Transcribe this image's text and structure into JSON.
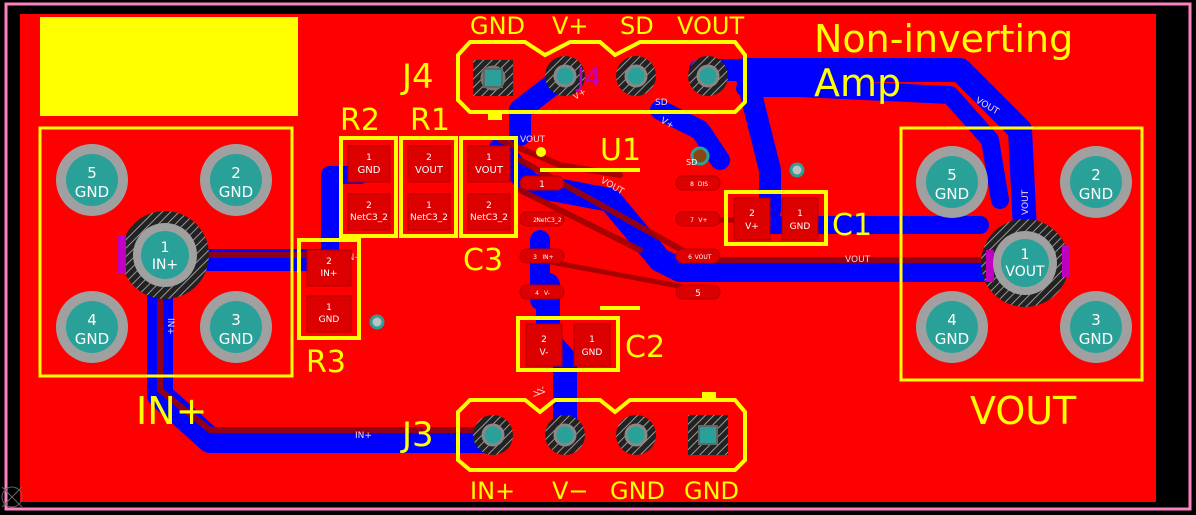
{
  "title": {
    "line1": "Non-inverting",
    "line2": "Amp"
  },
  "headers": {
    "J4": {
      "ref": "J4",
      "pins": [
        "GND",
        "V+",
        "SD",
        "VOUT"
      ],
      "overlay": "J4"
    },
    "J3": {
      "ref": "J3",
      "pins": [
        "IN+",
        "V−",
        "GND",
        "GND"
      ]
    }
  },
  "connectors": {
    "in": {
      "label": "IN+",
      "center_pin": {
        "num": "1",
        "net": "IN+"
      },
      "pins": [
        {
          "num": "5",
          "net": "GND"
        },
        {
          "num": "2",
          "net": "GND"
        },
        {
          "num": "4",
          "net": "GND"
        },
        {
          "num": "3",
          "net": "GND"
        }
      ]
    },
    "out": {
      "label": "VOUT",
      "center_pin": {
        "num": "1",
        "net": "VOUT"
      },
      "pins": [
        {
          "num": "5",
          "net": "GND"
        },
        {
          "num": "2",
          "net": "GND"
        },
        {
          "num": "4",
          "net": "GND"
        },
        {
          "num": "3",
          "net": "GND"
        }
      ]
    }
  },
  "resistors": {
    "R2": {
      "ref": "R2",
      "pad1": {
        "num": "1",
        "net": "GND"
      },
      "pad2": {
        "num": "2",
        "net": "NetC3_2"
      }
    },
    "R1": {
      "ref": "R1",
      "pad1": {
        "num": "2",
        "net": "VOUT"
      },
      "pad2": {
        "num": "1",
        "net": "NetC3_2"
      }
    },
    "R3": {
      "ref": "R3",
      "pad1": {
        "num": "2",
        "net": "IN+"
      },
      "pad2": {
        "num": "1",
        "net": "GND"
      }
    }
  },
  "capacitors": {
    "C3": {
      "ref": "C3",
      "pad1": {
        "num": "1",
        "net": "VOUT"
      },
      "pad2": {
        "num": "2",
        "net": "NetC3_2"
      }
    },
    "C1": {
      "ref": "C1",
      "pad1": {
        "num": "2",
        "net": "V+"
      },
      "pad2": {
        "num": "1",
        "net": "GND"
      }
    },
    "C2": {
      "ref": "C2",
      "pad1": {
        "num": "2",
        "net": "V-"
      },
      "pad2": {
        "num": "1",
        "net": "GND"
      }
    }
  },
  "u1": {
    "ref": "U1",
    "pins": [
      {
        "num": "1",
        "net": ""
      },
      {
        "num": "2",
        "net": "NetC3_2"
      },
      {
        "num": "3",
        "net": "IN+"
      },
      {
        "num": "4",
        "net": "V-"
      },
      {
        "num": "5",
        "net": ""
      },
      {
        "num": "6",
        "net": "VOUT"
      },
      {
        "num": "7",
        "net": "V+"
      },
      {
        "num": "8",
        "net": "DIS"
      }
    ],
    "j4pad_text": "SD"
  },
  "nets": [
    "VOUT",
    "V+",
    "V-",
    "IN+",
    "SD",
    "VOUT",
    "VOUT",
    "VOUT",
    "VOUT",
    "IN+",
    "V-",
    "IN+",
    "V+"
  ],
  "colors": {
    "board": "#ff0000",
    "copper_bottom": "#0000ff",
    "silkscreen": "#ffff00",
    "outline": "#ff80c0",
    "pad": "#2aa198",
    "via": "#c0c0c0"
  }
}
